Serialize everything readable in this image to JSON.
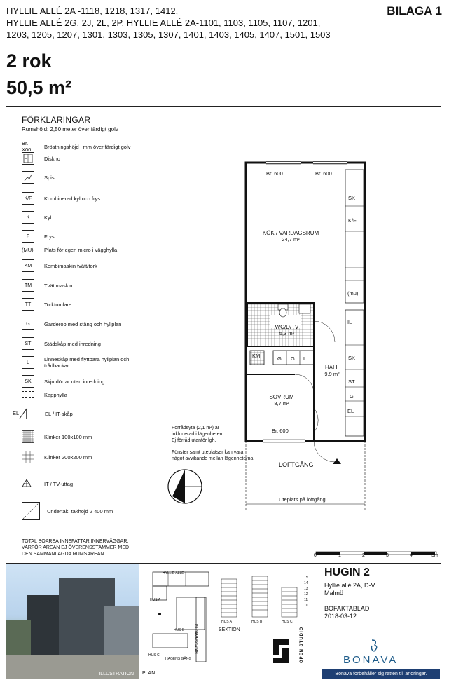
{
  "header": {
    "address": "HYLLIE ALLÉ 2A -1118, 1218, 1317, 1412,\nHYLLIE ALLÉ 2G, 2J, 2L, 2P, HYLLIE ALLÉ 2A-1101, 1103, 1105, 1107, 1201,\n1203, 1205, 1207, 1301, 1303, 1305, 1307, 1401, 1403, 1405, 1407, 1501, 1503",
    "bilaga": "BILAGA 1",
    "rooms": "2 rok",
    "area": "50,5 m²"
  },
  "legend": {
    "title": "FÖRKLARINGAR",
    "subtitle": "Rumshöjd: 2,50 meter över färdigt golv",
    "items": [
      {
        "code": "Br. X00",
        "text": "Bröstningshöjd i mm över färdigt golv"
      },
      {
        "code": "",
        "text": "Diskho"
      },
      {
        "code": "",
        "text": "Spis"
      },
      {
        "code": "K/F",
        "text": "Kombinerad kyl och frys"
      },
      {
        "code": "K",
        "text": "Kyl"
      },
      {
        "code": "F",
        "text": "Frys"
      },
      {
        "code": "(MU)",
        "text": "Plats för egen micro i vägghylla"
      },
      {
        "code": "KM",
        "text": "Kombimaskin tvätt/tork"
      },
      {
        "code": "TM",
        "text": "Tvättmaskin"
      },
      {
        "code": "TT",
        "text": "Torktumlare"
      },
      {
        "code": "G",
        "text": "Garderob med stång och hyllplan"
      },
      {
        "code": "ST",
        "text": "Städskåp med inredning"
      },
      {
        "code": "L",
        "text": "Linneskåp med flyttbara hyllplan och trådbackar"
      },
      {
        "code": "SK",
        "text": "Skjutdörrar utan inredning"
      },
      {
        "code": "",
        "text": "Kapphylla"
      },
      {
        "code": "EL",
        "text": "EL / IT-skåp"
      },
      {
        "code": "",
        "text": "Klinker 100x100 mm"
      },
      {
        "code": "",
        "text": "Klinker 200x200 mm"
      },
      {
        "code": "",
        "text": "IT / TV-uttag"
      },
      {
        "code": "",
        "text": "Undertak, takhöjd 2 400 mm"
      }
    ]
  },
  "plan": {
    "kitchen_name": "KÖK / VARDAGSRUM",
    "kitchen_area": "24,7 m²",
    "wc_name": "WC/D/TV",
    "wc_area": "5,3 m²",
    "hall_name": "HALL",
    "hall_area": "9,9 m²",
    "bed_name": "SOVRUM",
    "bed_area": "8,7 m²",
    "br1": "Br. 600",
    "br2": "Br. 600",
    "br3": "Br. 600",
    "loftgang": "LOFTGÅNG",
    "uteplats": "Uteplats på loftgång",
    "sk1": "SK",
    "kf": "K/F",
    "mu": "(mu)",
    "il": "IL",
    "sk2": "SK",
    "st": "ST",
    "g": "G",
    "el": "EL",
    "km": "KM",
    "g1": "G",
    "g2": "G",
    "l": "L",
    "storage_note": "Förrådsyta (2,1 m²) är\ninkluderad i lägenheten.\nEj förråd utanför lgh.",
    "window_note": "Fönster samt uteplatser kan vara\nnågot avvikande mellan lägenheterna."
  },
  "total_note": "TOTAL BOAREA INNEFATTAR INNERVÄGGAR,\nVARFÖR AREAN EJ ÖVERENSSTÄMMER MED\nDEN SAMMANLAGDA RUMSAREAN.",
  "scale": {
    "labels": [
      "0",
      "1",
      "2",
      "3",
      "4",
      "5m"
    ]
  },
  "bottom": {
    "illustration": "ILLUSTRATION",
    "plan": "PLAN",
    "sektion": "SEKTION",
    "hus_a": "HUS A",
    "hus_b": "HUS B",
    "hus_c": "HUS C",
    "s_hus_a": "HUS A",
    "s_hus_b": "HUS B",
    "s_hus_c": "HUS C",
    "hyllie_alle": "HYLLIE ALLÉ",
    "pilgrim": "PILDAMMSGATAN",
    "hagens": "HAGENS GÅNG",
    "floors": [
      "15",
      "14",
      "13",
      "12",
      "11",
      "10"
    ],
    "open_studio": "OPEN STUDIO",
    "title": "HUGIN 2",
    "info": "Hyllie allé 2A, D-V\nMalmö\n\nBOFAKTABLAD\n2018-03-12",
    "brand": "BONAVA",
    "footnote": "Bonava förbehåller sig rätten till ändringar."
  }
}
